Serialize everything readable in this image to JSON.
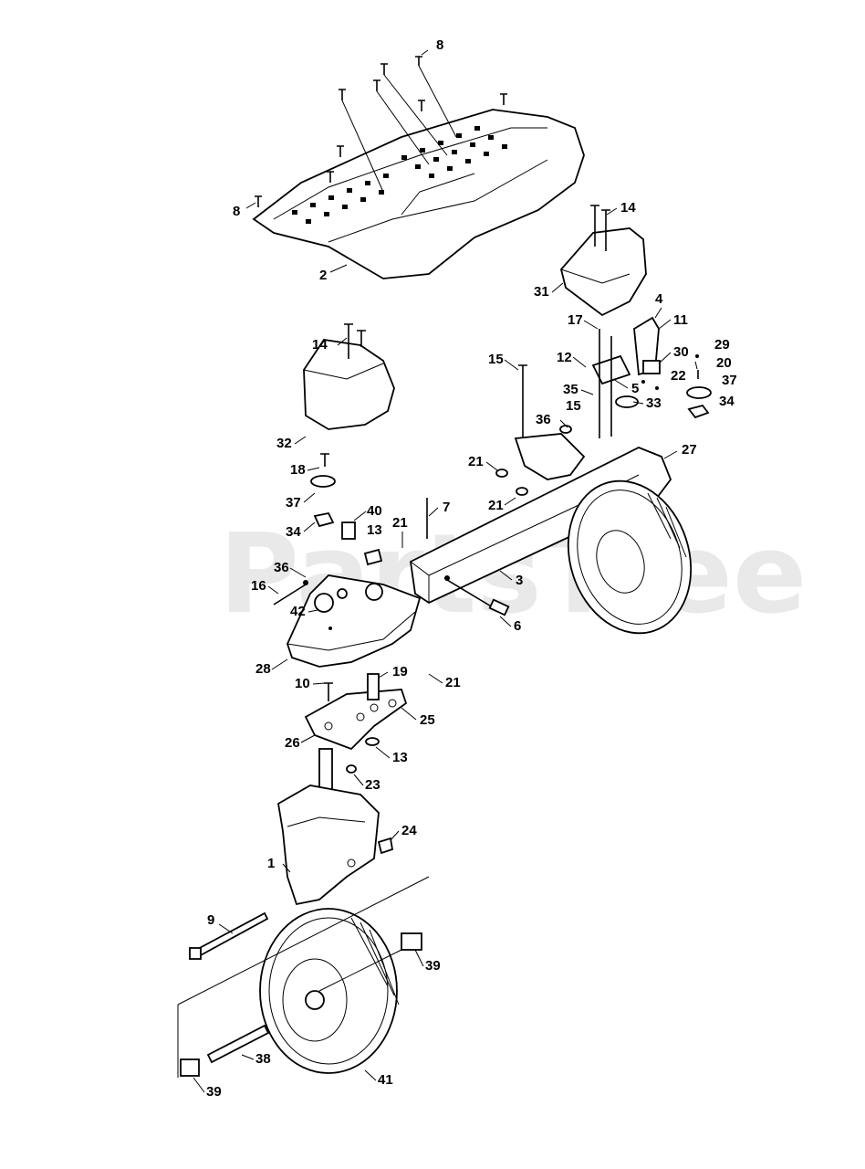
{
  "watermark": "PartsTree",
  "callouts": [
    {
      "id": "c8a",
      "text": "8"
    },
    {
      "id": "c8b",
      "text": "8"
    },
    {
      "id": "c2",
      "text": "2"
    },
    {
      "id": "c14a",
      "text": "14"
    },
    {
      "id": "c31",
      "text": "31"
    },
    {
      "id": "c4",
      "text": "4"
    },
    {
      "id": "c11",
      "text": "11"
    },
    {
      "id": "c17",
      "text": "17"
    },
    {
      "id": "c30",
      "text": "30"
    },
    {
      "id": "c29",
      "text": "29"
    },
    {
      "id": "c12",
      "text": "12"
    },
    {
      "id": "c20",
      "text": "20"
    },
    {
      "id": "c5",
      "text": "5"
    },
    {
      "id": "c22",
      "text": "22"
    },
    {
      "id": "c37a",
      "text": "37"
    },
    {
      "id": "c15a",
      "text": "15"
    },
    {
      "id": "c35",
      "text": "35"
    },
    {
      "id": "c15b",
      "text": "15"
    },
    {
      "id": "c34a",
      "text": "34"
    },
    {
      "id": "c33",
      "text": "33"
    },
    {
      "id": "c36a",
      "text": "36"
    },
    {
      "id": "c14b",
      "text": "14"
    },
    {
      "id": "c27",
      "text": "27"
    },
    {
      "id": "c21a",
      "text": "21"
    },
    {
      "id": "c21b",
      "text": "21"
    },
    {
      "id": "c32",
      "text": "32"
    },
    {
      "id": "c18",
      "text": "18"
    },
    {
      "id": "c7",
      "text": "7"
    },
    {
      "id": "c37b",
      "text": "37"
    },
    {
      "id": "c40",
      "text": "40"
    },
    {
      "id": "c21c",
      "text": "21"
    },
    {
      "id": "c13a",
      "text": "13"
    },
    {
      "id": "c34b",
      "text": "34"
    },
    {
      "id": "c3",
      "text": "3"
    },
    {
      "id": "c36b",
      "text": "36"
    },
    {
      "id": "c16",
      "text": "16"
    },
    {
      "id": "c42",
      "text": "42"
    },
    {
      "id": "c6",
      "text": "6"
    },
    {
      "id": "c28",
      "text": "28"
    },
    {
      "id": "c21d",
      "text": "21"
    },
    {
      "id": "c10",
      "text": "10"
    },
    {
      "id": "c19",
      "text": "19"
    },
    {
      "id": "c25",
      "text": "25"
    },
    {
      "id": "c26",
      "text": "26"
    },
    {
      "id": "c13b",
      "text": "13"
    },
    {
      "id": "c23",
      "text": "23"
    },
    {
      "id": "c24",
      "text": "24"
    },
    {
      "id": "c1",
      "text": "1"
    },
    {
      "id": "c9",
      "text": "9"
    },
    {
      "id": "c39a",
      "text": "39"
    },
    {
      "id": "c38",
      "text": "38"
    },
    {
      "id": "c39b",
      "text": "39"
    },
    {
      "id": "c41",
      "text": "41"
    }
  ]
}
